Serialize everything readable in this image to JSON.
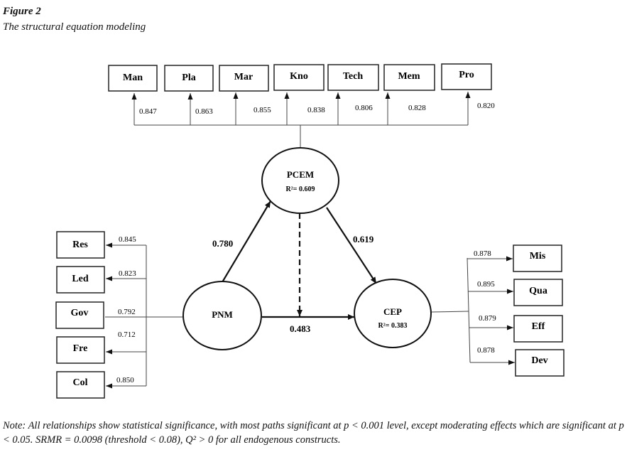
{
  "figure": {
    "label": "Figure 2",
    "title": "The structural equation modeling"
  },
  "constructs": {
    "pcem": {
      "name": "PCEM",
      "r2": "R²= 0.609"
    },
    "pnm": {
      "name": "PNM"
    },
    "cep": {
      "name": "CEP",
      "r2": "R²= 0.383"
    }
  },
  "paths": {
    "pnm_pcem": "0.780",
    "pcem_cep": "0.619",
    "pnm_cep": "0.483"
  },
  "pcem_indicators": [
    {
      "name": "Man",
      "loading": "0.847"
    },
    {
      "name": "Pla",
      "loading": "0.863"
    },
    {
      "name": "Mar",
      "loading": "0.855"
    },
    {
      "name": "Kno",
      "loading": "0.838"
    },
    {
      "name": "Tech",
      "loading": "0.806"
    },
    {
      "name": "Mem",
      "loading": "0.828"
    },
    {
      "name": "Pro",
      "loading": "0.820"
    }
  ],
  "pnm_indicators": [
    {
      "name": "Res",
      "loading": "0.845"
    },
    {
      "name": "Led",
      "loading": "0.823"
    },
    {
      "name": "Gov",
      "loading": "0.792"
    },
    {
      "name": "Fre",
      "loading": "0.712"
    },
    {
      "name": "Col",
      "loading": "0.850"
    }
  ],
  "cep_indicators": [
    {
      "name": "Mis",
      "loading": "0.878"
    },
    {
      "name": "Qua",
      "loading": "0.895"
    },
    {
      "name": "Eff",
      "loading": "0.879"
    },
    {
      "name": "Dev",
      "loading": "0.878"
    }
  ],
  "note": "Note: All relationships show statistical significance, with most paths significant at p < 0.001 level, except moderating effects which are significant at p < 0.05. SRMR = 0.0098 (threshold < 0.08), Q² > 0 for all endogenous constructs."
}
